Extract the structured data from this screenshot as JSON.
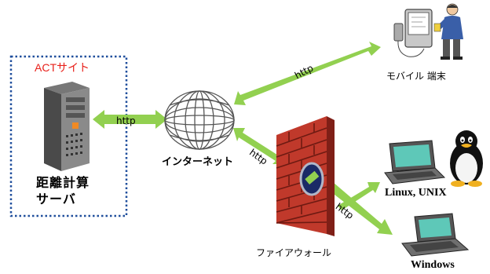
{
  "site_title": "ACTサイト",
  "server_label_line1": "距離計算",
  "server_label_line2": "サーバ",
  "internet_label": "インターネット",
  "mobile_label": "モバイル 端末",
  "linux_label": "Linux, UNIX",
  "windows_label": "Windows",
  "firewall_label": "ファイアウォール",
  "http_label": "http",
  "colors": {
    "arrow": "#92d050",
    "site_title": "#e8201a",
    "dashed_border": "#1f4e9c",
    "firewall_brick": "#c0392b",
    "screen": "#5ec8b8"
  },
  "icons": [
    "server-icon",
    "globe-icon",
    "firewall-icon",
    "pda-icon",
    "person-icon",
    "laptop-icon",
    "tux-penguin-icon"
  ]
}
